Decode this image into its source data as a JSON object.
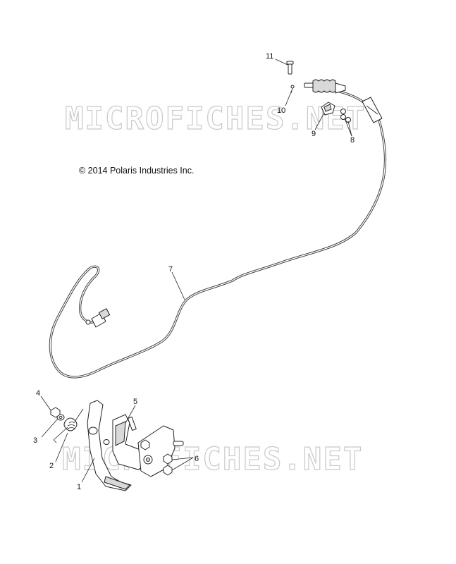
{
  "copyright": "© 2014 Polaris Industries Inc.",
  "watermark": "MICROFICHES.NET",
  "callouts": [
    {
      "id": "1",
      "label": "1"
    },
    {
      "id": "2",
      "label": "2"
    },
    {
      "id": "3",
      "label": "3"
    },
    {
      "id": "4",
      "label": "4"
    },
    {
      "id": "5",
      "label": "5"
    },
    {
      "id": "6",
      "label": "6"
    },
    {
      "id": "7",
      "label": "7"
    },
    {
      "id": "8",
      "label": "8"
    },
    {
      "id": "9",
      "label": "9"
    },
    {
      "id": "10",
      "label": "10"
    },
    {
      "id": "11",
      "label": "11"
    }
  ]
}
